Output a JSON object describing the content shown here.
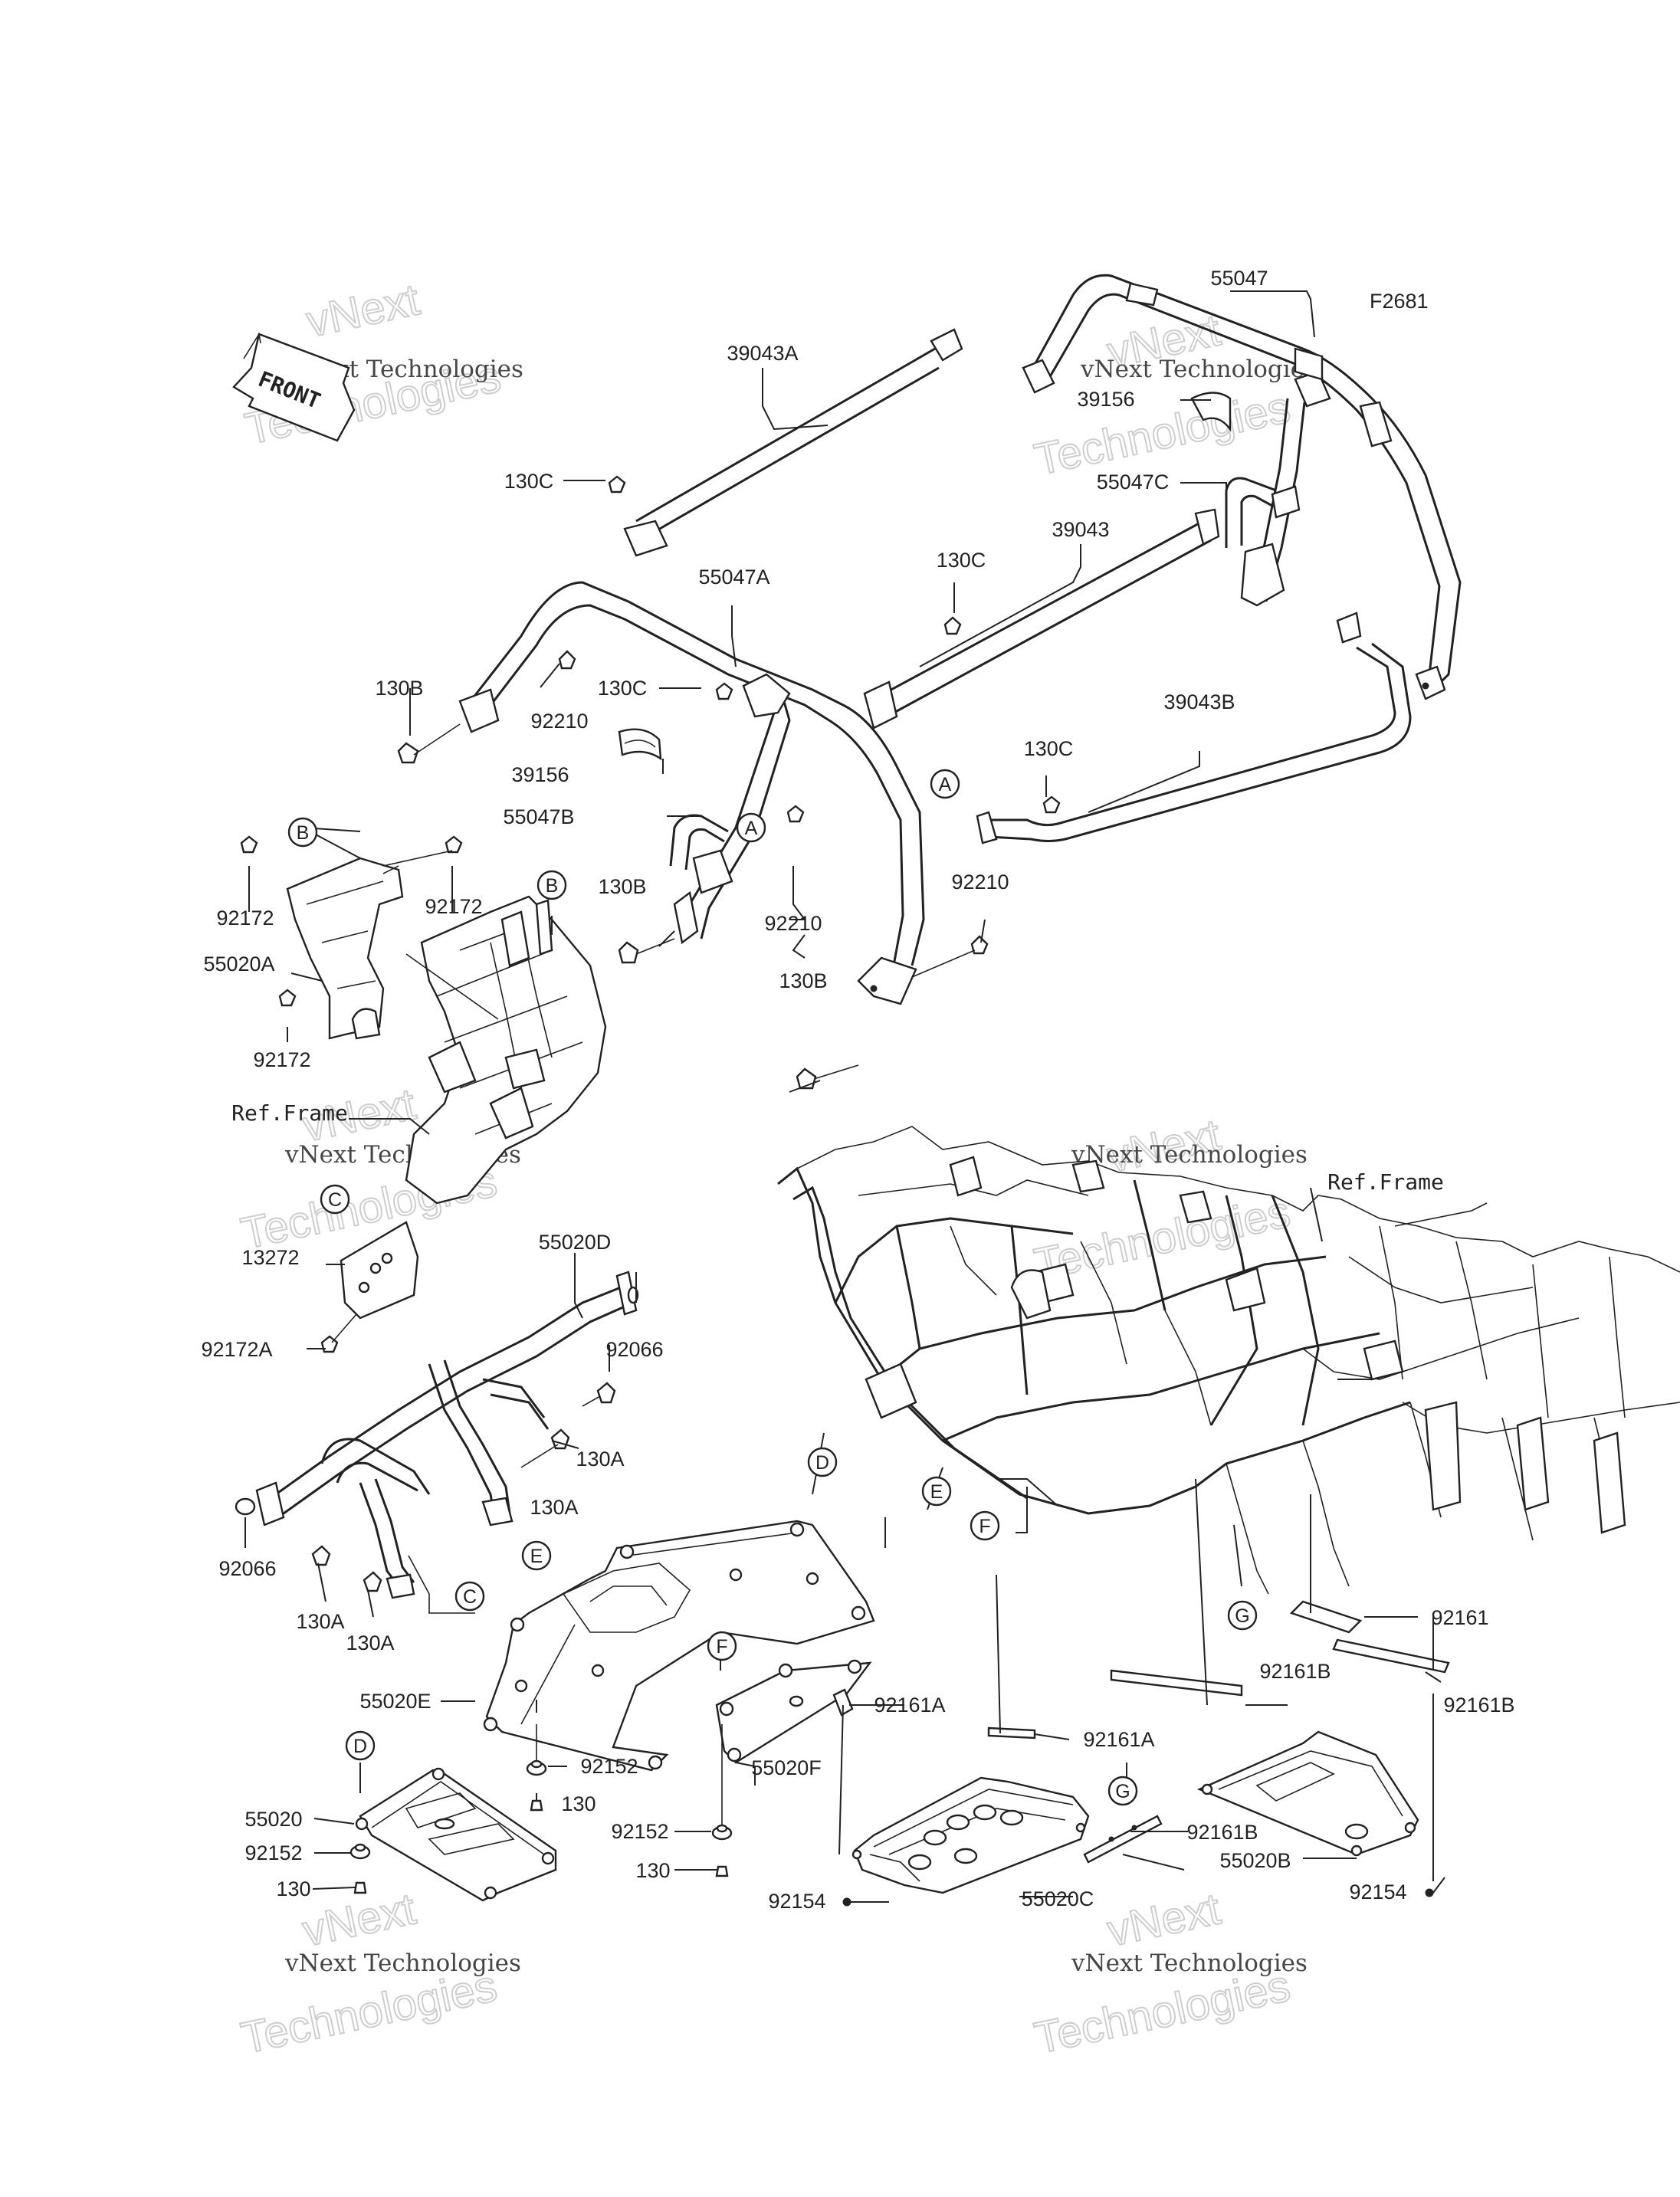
{
  "diagram_code": "F2681",
  "front_arrow_text": "FRONT",
  "labels": {
    "p55047": "55047",
    "p39043A": "39043A",
    "p39156_top": "39156",
    "p55047C": "55047C",
    "p130C_a": "130C",
    "p39043": "39043",
    "p130C_b": "130C",
    "p55047A": "55047A",
    "p130B_a": "130B",
    "p92210_a": "92210",
    "p130C_c": "130C",
    "p39043B": "39043B",
    "p39156_mid": "39156",
    "p130C_d": "130C",
    "p55047B": "55047B",
    "p92172_a": "92172",
    "p92172_b": "92172",
    "p130B_b": "130B",
    "p92210_b": "92210",
    "p92210_c": "92210",
    "p55020A": "55020A",
    "p92172_c": "92172",
    "p130B_c": "130B",
    "ref_frame_left": "Ref.Frame",
    "ref_frame_right": "Ref.Frame",
    "p13272": "13272",
    "p55020D": "55020D",
    "p92172A": "92172A",
    "p92066_a": "92066",
    "p130A_a": "130A",
    "p130A_b": "130A",
    "p92066_b": "92066",
    "p130A_c": "130A",
    "p130A_d": "130A",
    "p92161": "92161",
    "p92161B_a": "92161B",
    "p92161B_b": "92161B",
    "p55020E": "55020E",
    "p92161A_a": "92161A",
    "p92161A_b": "92161A",
    "p92152_a": "92152",
    "p55020F": "55020F",
    "p130_a": "130",
    "p55020": "55020",
    "p92152_b": "92152",
    "p92161B_c": "92161B",
    "p92152_c": "92152",
    "p130_b": "130",
    "p55020B": "55020B",
    "p130_c": "130",
    "p92154_a": "92154",
    "p55020C": "55020C",
    "p92154_b": "92154"
  },
  "callouts": {
    "A1": "A",
    "A2": "A",
    "B1": "B",
    "B2": "B",
    "C1": "C",
    "C2": "C",
    "D1": "D",
    "D2": "D",
    "E1": "E",
    "E2": "E",
    "F1": "F",
    "F2": "F",
    "G1": "G",
    "G2": "G"
  },
  "watermark": {
    "line1": "vNext Technologies",
    "big": "Technologies",
    "brand": "vNext"
  }
}
